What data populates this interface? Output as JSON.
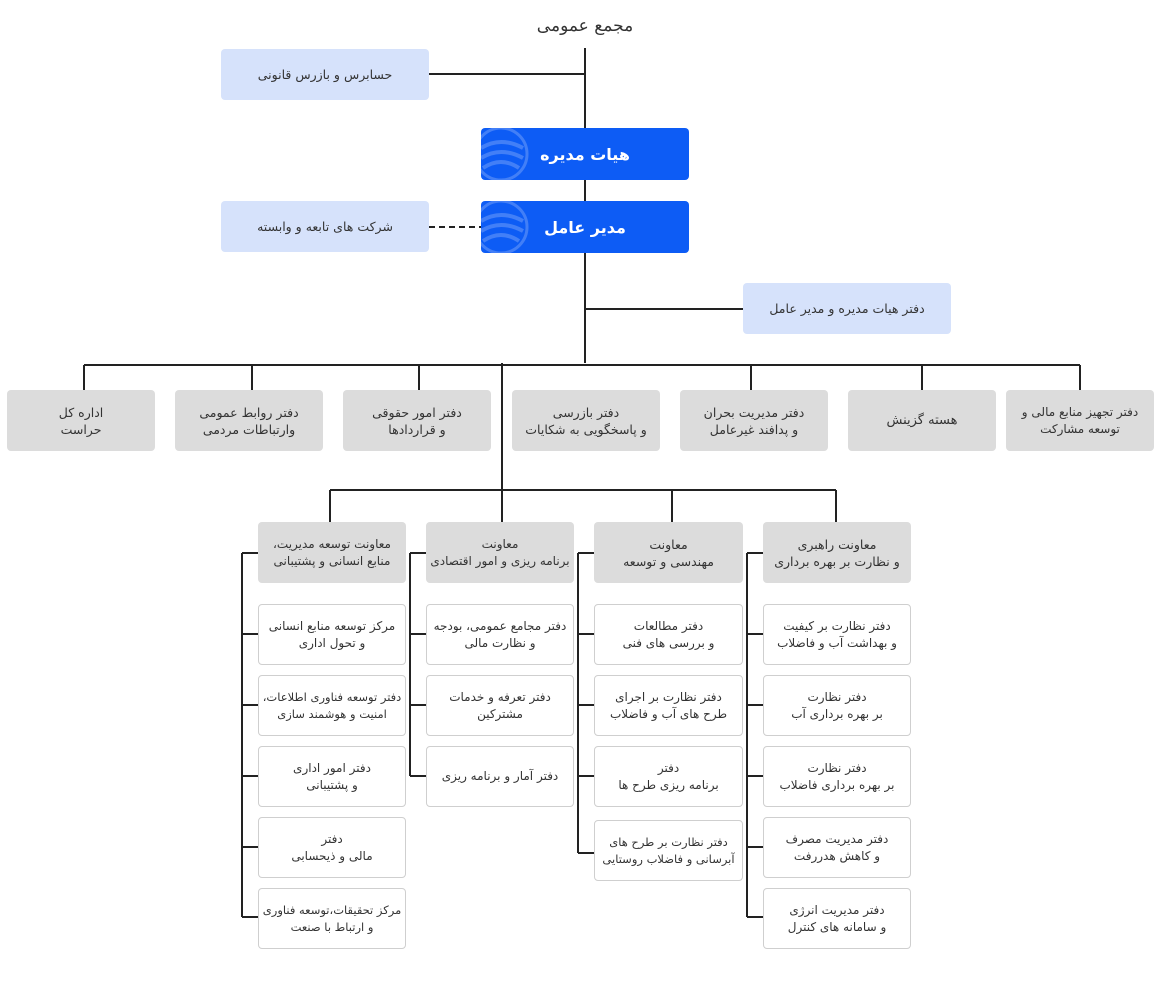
{
  "top": "مجمع عمومی",
  "auditor": "حسابرس و بازرس قانونی",
  "board": "هیات مدیره",
  "ceo": "مدیر عامل",
  "subsidiaries": "شرکت های تابعه و وابسته",
  "board_office": "دفتر هیات مدیره و مدیر عامل",
  "offices": [
    [
      "دفتر تجهیز منابع مالی و",
      "توسعه مشارکت"
    ],
    [
      "هسته گزینش"
    ],
    [
      "دفتر مدیریت بحران",
      "و پدافند غیرعامل"
    ],
    [
      "دفتر بازرسی",
      "و پاسخگویی به شکایات"
    ],
    [
      "دفتر امور حقوقی",
      "و قراردادها"
    ],
    [
      "دفتر روابط عمومی",
      "وارتباطات مردمی"
    ],
    [
      "اداره کل",
      "حراست"
    ]
  ],
  "deputies": [
    {
      "title": [
        "معاونت راهبری",
        "و نظارت بر بهره برداری"
      ],
      "units": [
        [
          "دفتر نظارت بر کیفیت",
          "و بهداشت آب و فاضلاب"
        ],
        [
          "دفتر نظارت",
          "بر بهره برداری آب"
        ],
        [
          "دفتر نظارت",
          "بر بهره برداری فاضلاب"
        ],
        [
          "دفتر مدیریت مصرف",
          "و کاهش هدررفت"
        ],
        [
          "دفتر مدیریت انرژی",
          "و سامانه های کنترل"
        ]
      ]
    },
    {
      "title": [
        "معاونت",
        "مهندسی و توسعه"
      ],
      "units": [
        [
          "دفتر مطالعات",
          "و بررسی های فنی"
        ],
        [
          "دفتر نظارت بر اجرای",
          "طرح های آب و فاضلاب"
        ],
        [
          "دفتر",
          "برنامه ریزی طرح ها"
        ],
        [
          "دفتر نظارت بر طرح های",
          "آبرسانی و فاضلاب روستایی"
        ]
      ]
    },
    {
      "title": [
        "معاونت",
        "برنامه ریزی و امور اقتصادی"
      ],
      "units": [
        [
          "دفتر مجامع عمومی، بودجه",
          "و نظارت مالی"
        ],
        [
          "دفتر تعرفه و خدمات",
          "مشترکین"
        ],
        [
          "دفتر آمار و برنامه ریزی"
        ]
      ]
    },
    {
      "title": [
        "معاونت توسعه مدیریت،",
        "منابع انسانی و پشتیبانی"
      ],
      "units": [
        [
          "مرکز توسعه منابع انسانی",
          "و تحول اداری"
        ],
        [
          "دفتر توسعه فناوری اطلاعات،",
          "امنیت و هوشمند سازی"
        ],
        [
          "دفتر امور اداری",
          "و پشتیبانی"
        ],
        [
          "دفتر",
          "مالی و ذیحسابی"
        ],
        [
          "مرکز تحقیقات،توسعه فناوری",
          "و ارتباط با صنعت"
        ]
      ]
    }
  ]
}
